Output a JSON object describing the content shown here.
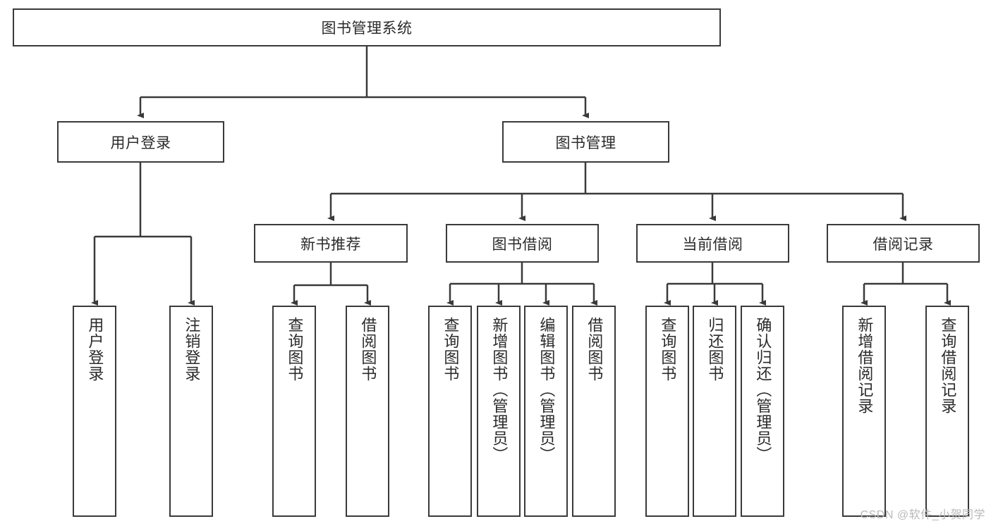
{
  "diagram": {
    "title": "图书管理系统",
    "type": "functional-decomposition-tree",
    "watermark": "CSDN @软件_小贺同学",
    "colors": {
      "border": "#3a3a3a",
      "text": "#2b2b2b",
      "background": "#ffffff",
      "watermark": "#b9b9b9"
    },
    "nodes": {
      "root": {
        "label": "图书管理系统",
        "level": 1
      },
      "l2": [
        {
          "id": "user-login",
          "label": "用户登录",
          "level": 2
        },
        {
          "id": "book-management",
          "label": "图书管理",
          "level": 2
        }
      ],
      "l3": [
        {
          "id": "new-book-recommend",
          "label": "新书推荐",
          "level": 3,
          "parent": "book-management"
        },
        {
          "id": "book-borrow",
          "label": "图书借阅",
          "level": 3,
          "parent": "book-management"
        },
        {
          "id": "current-borrow",
          "label": "当前借阅",
          "level": 3,
          "parent": "book-management"
        },
        {
          "id": "borrow-record",
          "label": "借阅记录",
          "level": 3,
          "parent": "book-management"
        }
      ],
      "leaves": [
        {
          "id": "leaf-user-login",
          "label": "用户登录",
          "parent": "user-login"
        },
        {
          "id": "leaf-logout",
          "label": "注销登录",
          "parent": "user-login"
        },
        {
          "id": "leaf-query-book-1",
          "label": "查询图书",
          "parent": "new-book-recommend"
        },
        {
          "id": "leaf-borrow-book-1",
          "label": "借阅图书",
          "parent": "new-book-recommend"
        },
        {
          "id": "leaf-query-book-2",
          "label": "查询图书",
          "parent": "book-borrow"
        },
        {
          "id": "leaf-add-book",
          "label": "新增图书（管理员）",
          "parent": "book-borrow"
        },
        {
          "id": "leaf-edit-book",
          "label": "编辑图书（管理员）",
          "parent": "book-borrow"
        },
        {
          "id": "leaf-borrow-book-2",
          "label": "借阅图书",
          "parent": "book-borrow"
        },
        {
          "id": "leaf-query-book-3",
          "label": "查询图书",
          "parent": "current-borrow"
        },
        {
          "id": "leaf-return-book",
          "label": "归还图书",
          "parent": "current-borrow"
        },
        {
          "id": "leaf-confirm-return",
          "label": "确认归还（管理员）",
          "parent": "current-borrow"
        },
        {
          "id": "leaf-add-record",
          "label": "新增借阅记录",
          "parent": "borrow-record"
        },
        {
          "id": "leaf-query-record",
          "label": "查询借阅记录",
          "parent": "borrow-record"
        }
      ]
    }
  }
}
